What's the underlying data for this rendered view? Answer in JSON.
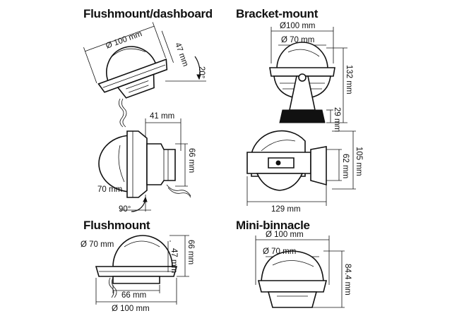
{
  "sections": {
    "flushmount_dashboard": {
      "title": "Flushmount/dashboard",
      "dims": {
        "diameter": "Ø 100 mm",
        "height": "47 mm",
        "tilt": "20°",
        "depth": "41 mm",
        "side_height": "66 mm",
        "dome": "70 mm",
        "angle": "90°"
      }
    },
    "bracket_mount": {
      "title": "Bracket-mount",
      "dims": {
        "diameter": "Ø100 mm",
        "dome": "Ø 70 mm",
        "total_height": "132 mm",
        "base_height": "29 mm",
        "side_height_inner": "62 mm",
        "side_height_outer": "105 mm",
        "length": "129 mm"
      }
    },
    "flushmount": {
      "title": "Flushmount",
      "dims": {
        "dome": "Ø 70 mm",
        "height": "47 mm",
        "total_height": "66 mm",
        "cutout": "66 mm",
        "diameter": "Ø 100 mm"
      }
    },
    "mini_binnacle": {
      "title": "Mini-binnacle",
      "dims": {
        "diameter": "Ø 100 mm",
        "dome": "Ø 70 mm",
        "height": "84.4 mm"
      }
    }
  }
}
